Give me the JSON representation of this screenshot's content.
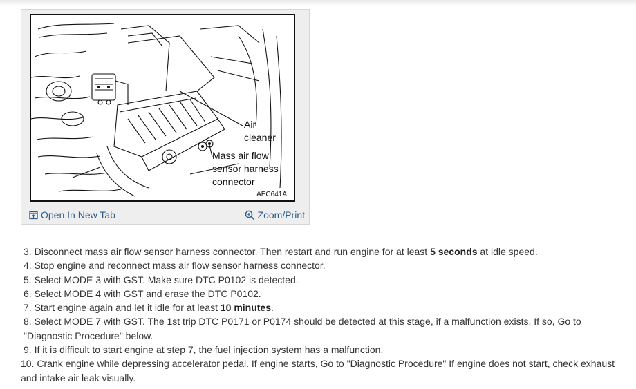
{
  "figure": {
    "code": "AEC641A",
    "labels": {
      "air_cleaner_1": "Air",
      "air_cleaner_2": "cleaner",
      "maf_1": "Mass air flow",
      "maf_2": "sensor harness",
      "maf_3": "connector"
    }
  },
  "toolbar": {
    "open_new_tab": "Open In New Tab",
    "zoom_print": "Zoom/Print",
    "open_icon": "open-tab-icon",
    "zoom_icon": "zoom-icon"
  },
  "steps": [
    {
      "num": "3.",
      "pre": " Disconnect mass air flow sensor harness connector. Then restart and run engine for at least ",
      "bold": "5 seconds",
      "post": " at idle speed."
    },
    {
      "num": "4.",
      "pre": " Stop engine and reconnect mass air flow sensor harness connector.",
      "bold": "",
      "post": ""
    },
    {
      "num": "5.",
      "pre": " Select MODE 3 with GST. Make sure DTC P0102 is detected.",
      "bold": "",
      "post": ""
    },
    {
      "num": "6.",
      "pre": " Select MODE 4 with GST and erase the DTC P0102.",
      "bold": "",
      "post": ""
    },
    {
      "num": "7.",
      "pre": " Start engine again and let it idle for at least ",
      "bold": "10 minutes",
      "post": "."
    },
    {
      "num": "8.",
      "pre": " Select MODE 7 with GST. The 1st trip DTC P0171 or P0174 should be detected at this stage, if a malfunction exists. If so, Go to \"Diagnostic Procedure\" below.",
      "bold": "",
      "post": ""
    },
    {
      "num": "9.",
      "pre": " If it is difficult to start engine at step 7, the fuel injection system has a malfunction.",
      "bold": "",
      "post": ""
    },
    {
      "num": "10.",
      "pre": " Crank engine while depressing accelerator pedal. If engine starts, Go to \"Diagnostic Procedure\" If engine does not start, check exhaust and intake air leak visually.",
      "bold": "",
      "post": ""
    }
  ]
}
